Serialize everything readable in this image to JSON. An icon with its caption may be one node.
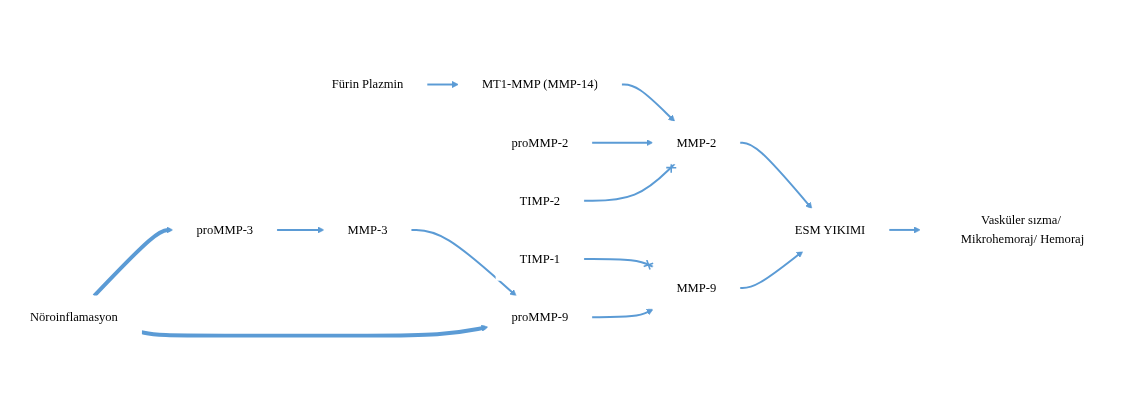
{
  "diagram": {
    "nodes": [
      {
        "text": [
          "Fürin Plazmin"
        ]
      },
      {
        "text": [
          "MT1-MMP (MMP-14)"
        ]
      },
      {
        "text": [
          "proMMP-2"
        ]
      },
      {
        "text": [
          "MMP-2"
        ]
      },
      {
        "text": [
          "TIMP-2"
        ]
      },
      {
        "text": [
          "ESM YIKIMI"
        ]
      },
      {
        "text": [
          "MMP-9"
        ]
      },
      {
        "text": [
          "TIMP-1"
        ]
      },
      {
        "text": [
          "Vasküler sızma/ Mikrohemoraj/ Hemoraj"
        ]
      },
      {
        "text": [
          "proMMP-3"
        ]
      },
      {
        "text": [
          "MMP-3"
        ]
      },
      {
        "text": [
          "proMMP-9"
        ]
      },
      {
        "text": [
          "Nöroinflamasyon"
        ]
      }
    ],
    "edges": [
      {
        "from": 0,
        "to": 1,
        "arrow": "to"
      },
      {
        "from": 1,
        "to": 3,
        "arrow": "to"
      },
      {
        "from": 2,
        "to": 3,
        "arrow": "to"
      },
      {
        "from": 4,
        "to": 3,
        "arrow": "other"
      },
      {
        "from": 3,
        "to": 5,
        "arrow": "to"
      },
      {
        "from": 6,
        "to": 5,
        "arrow": "to"
      },
      {
        "from": 7,
        "to": 6,
        "arrow": "other"
      },
      {
        "from": 5,
        "to": 8,
        "arrow": "to"
      },
      {
        "from": 11,
        "to": 6,
        "arrow": "to"
      },
      {
        "from": 10,
        "to": 11,
        "arrow": "to"
      },
      {
        "from": 9,
        "to": 10,
        "arrow": "to"
      },
      {
        "from": 12,
        "to": 9,
        "arrow": "to",
        "style": "thick"
      },
      {
        "from": 12,
        "to": 11,
        "arrow": "to",
        "style": "thick"
      }
    ]
  }
}
